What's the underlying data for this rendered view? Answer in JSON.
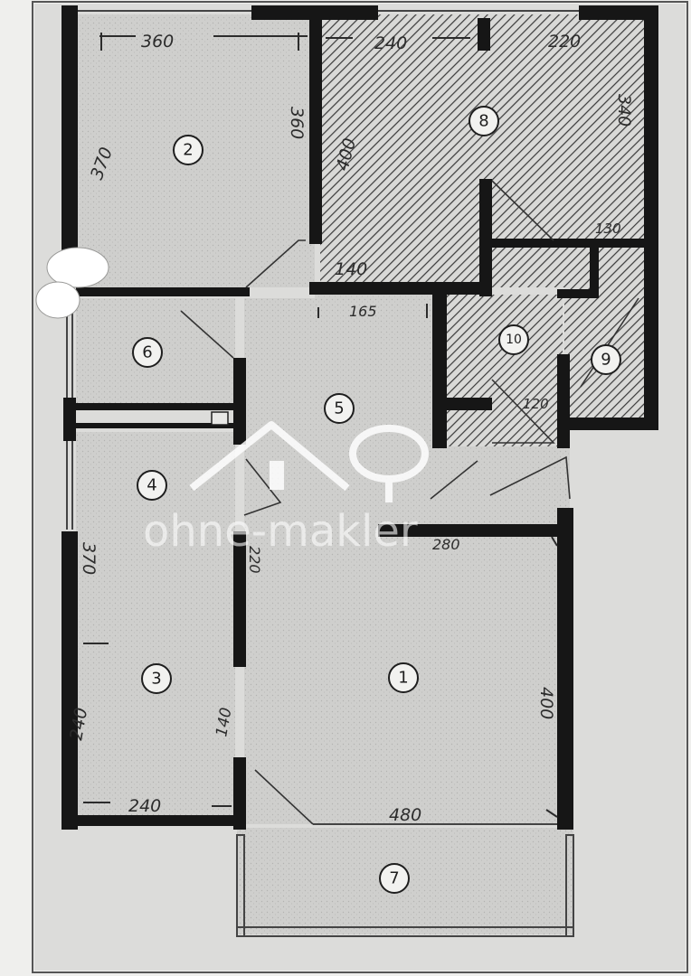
{
  "plan": {
    "rooms": [
      {
        "id": "room-1",
        "number": "1"
      },
      {
        "id": "room-2",
        "number": "2"
      },
      {
        "id": "room-3",
        "number": "3"
      },
      {
        "id": "room-4",
        "number": "4"
      },
      {
        "id": "room-5",
        "number": "5"
      },
      {
        "id": "room-6",
        "number": "6"
      },
      {
        "id": "room-7",
        "number": "7"
      },
      {
        "id": "room-8",
        "number": "8"
      },
      {
        "id": "room-9",
        "number": "9"
      },
      {
        "id": "room-10",
        "number": "10"
      }
    ],
    "dimensions": {
      "room2_width": "360",
      "room2_depth_left": "370",
      "room2_depth_right": "360",
      "room8_width_a": "240",
      "room8_width_b": "220",
      "room8_depth_left": "400",
      "room8_depth_right": "340",
      "room8_small": "140",
      "room8_hall": "130",
      "hall_width": "165",
      "room10_width": "120",
      "room1_width_top": "280",
      "room1_depth_left": "220",
      "room1_depth_right": "400",
      "room1_width_bottom": "480",
      "room3_depth": "370",
      "room3_depth_lower": "240",
      "room3_width": "240",
      "door_width": "140"
    }
  },
  "watermark": {
    "text": "ohne-makler"
  }
}
